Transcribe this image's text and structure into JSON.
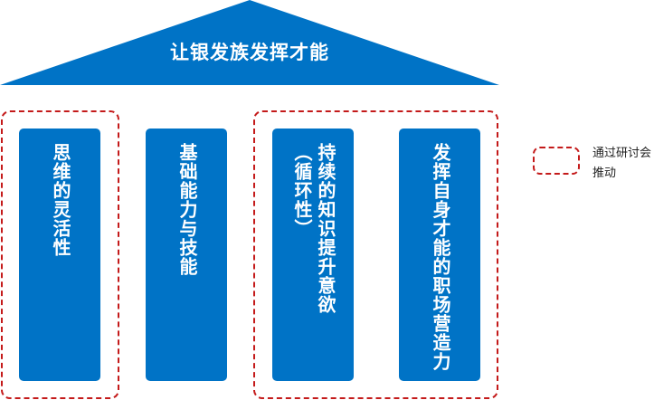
{
  "roof": {
    "title": "让银发族发挥才能"
  },
  "pillars": [
    {
      "id": "p1",
      "lines": [
        "思维的灵活性"
      ]
    },
    {
      "id": "p2",
      "lines": [
        "基础能力与技能"
      ]
    },
    {
      "id": "p3",
      "lines": [
        "持续的知识提升意欲",
        "（循环性）"
      ]
    },
    {
      "id": "p4",
      "lines": [
        "发挥自身才能的职场营造力"
      ]
    }
  ],
  "legend": {
    "label": "通过研讨会推动"
  },
  "colors": {
    "pillar_blue": "#0073c6",
    "roof_blue": "#0073c6",
    "dashed_red": "#c41a1a",
    "text_white": "#ffffff"
  }
}
